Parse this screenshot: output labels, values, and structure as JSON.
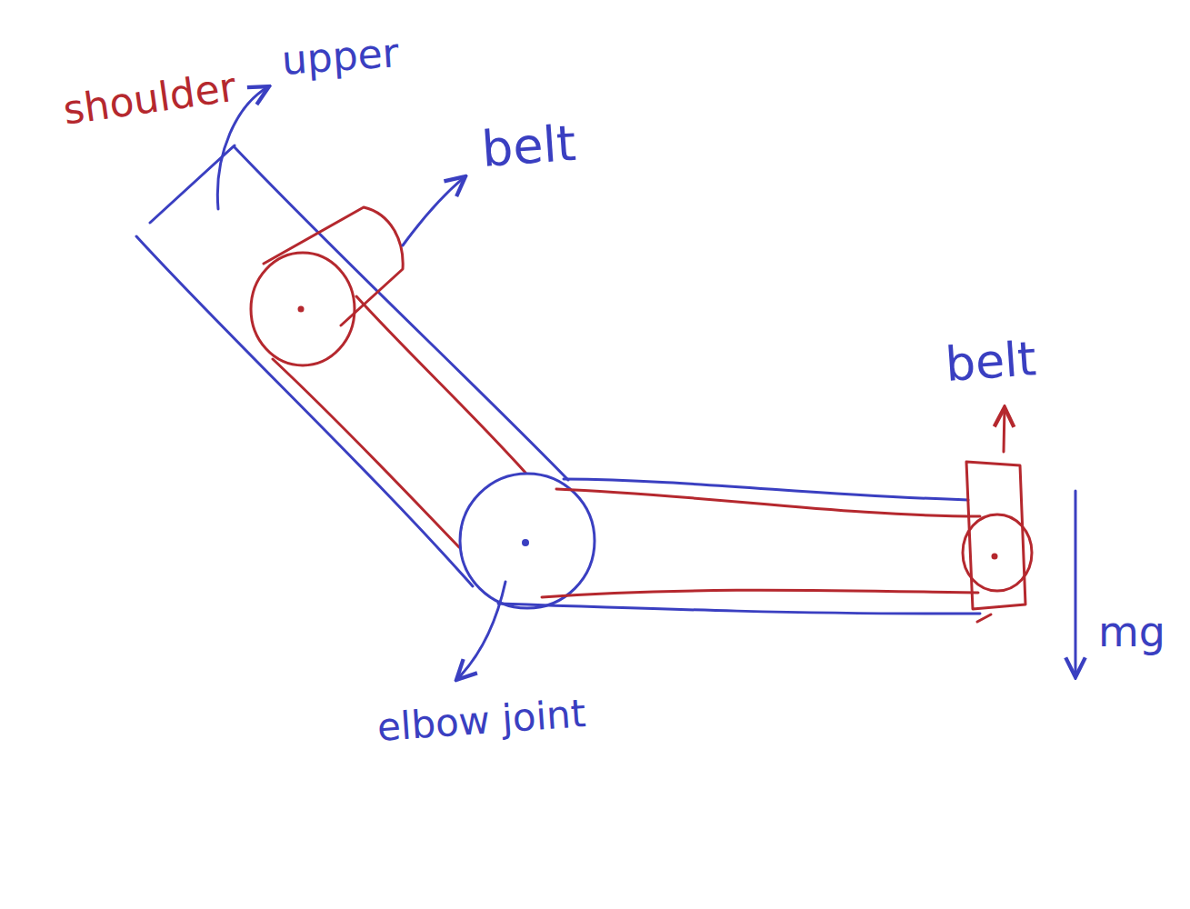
{
  "diagram": {
    "labels": [
      "shoulder",
      "upper",
      "belt",
      "belt",
      "elbow joint",
      "mg"
    ]
  }
}
